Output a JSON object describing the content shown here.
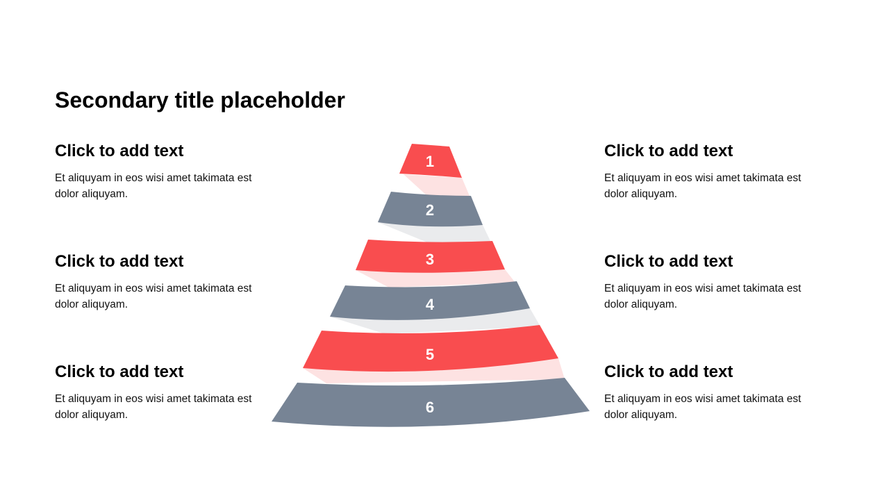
{
  "title": "Secondary title placeholder",
  "colors": {
    "accent_red": "#f94d4f",
    "accent_gray": "#778495",
    "connector_red": "#fde2e2",
    "connector_gray": "#eaebed"
  },
  "blocks": {
    "left": [
      {
        "heading": "Click to add text",
        "body": "Et aliquyam in eos wisi amet takimata est dolor aliquyam."
      },
      {
        "heading": "Click to add text",
        "body": "Et aliquyam in eos wisi amet takimata est dolor aliquyam."
      },
      {
        "heading": "Click to add text",
        "body": "Et aliquyam in eos wisi amet takimata est dolor aliquyam."
      }
    ],
    "right": [
      {
        "heading": "Click to add text",
        "body": "Et aliquyam in eos wisi amet takimata est dolor aliquyam."
      },
      {
        "heading": "Click to add text",
        "body": "Et aliquyam in eos wisi amet takimata est dolor aliquyam."
      },
      {
        "heading": "Click to add text",
        "body": "Et aliquyam in eos wisi amet takimata est dolor aliquyam."
      }
    ]
  },
  "pyramid": {
    "levels": [
      {
        "label": "1"
      },
      {
        "label": "2"
      },
      {
        "label": "3"
      },
      {
        "label": "4"
      },
      {
        "label": "5"
      },
      {
        "label": "6"
      }
    ]
  }
}
